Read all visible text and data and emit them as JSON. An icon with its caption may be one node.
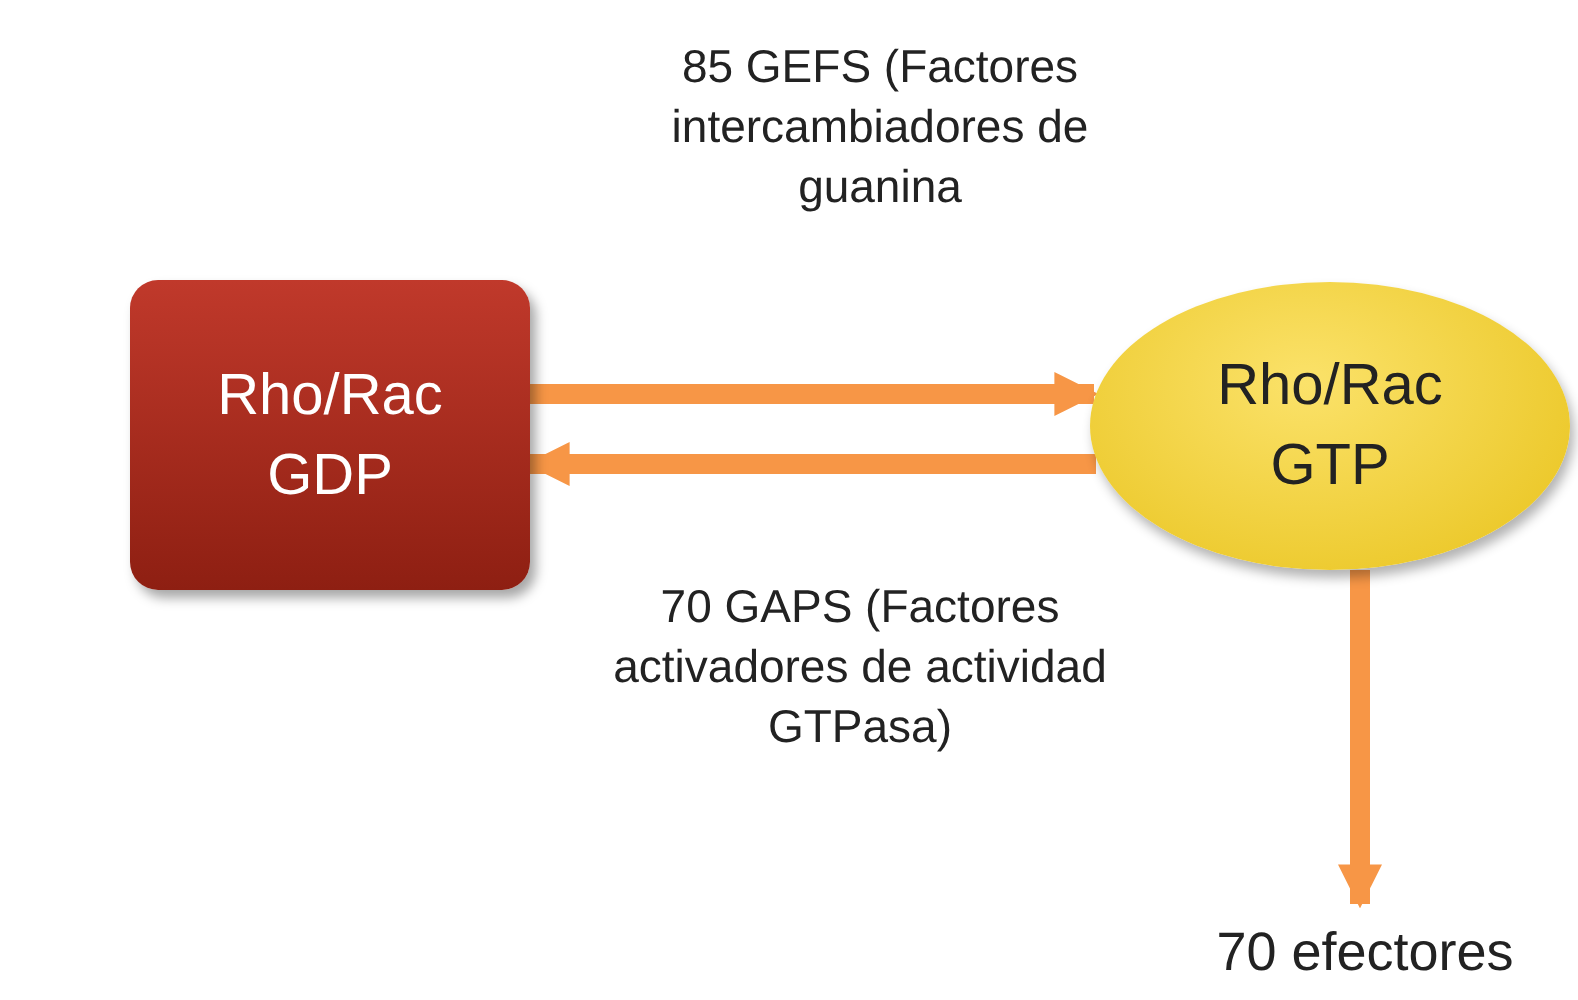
{
  "diagram": {
    "nodes": [
      {
        "text": [
          "Rho/Rac GDP"
        ]
      },
      {
        "text": [
          "Rho/Rac GTP"
        ]
      },
      {
        "text": [
          "70 efectores"
        ]
      }
    ],
    "edges": [
      {
        "from": 0,
        "to": 1,
        "arrow": "to",
        "label": "85 GEFS (Factores intercambiadores de guanina"
      },
      {
        "from": 1,
        "to": 0,
        "arrow": "to",
        "label": "70 GAPS (Factores activadores de actividad GTPasa)"
      },
      {
        "from": 1,
        "to": 2,
        "arrow": "to"
      }
    ]
  }
}
